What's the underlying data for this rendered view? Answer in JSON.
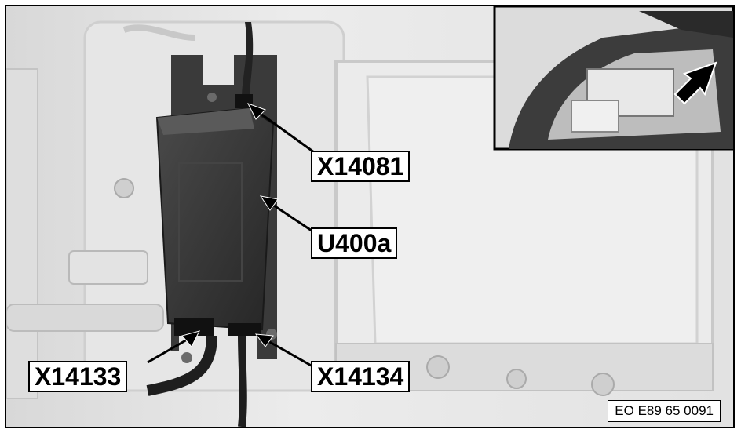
{
  "labels": {
    "x14081": "X14081",
    "u400a": "U400a",
    "x14133": "X14133",
    "x14134": "X14134"
  },
  "reference": "EO E89 65 0091",
  "icons": {
    "arrow": "callout-arrow-icon",
    "inset_arrow": "location-arrow-icon"
  },
  "colors": {
    "module": "#333333",
    "background": "#e9e9e9",
    "callout_border": "#000000"
  }
}
